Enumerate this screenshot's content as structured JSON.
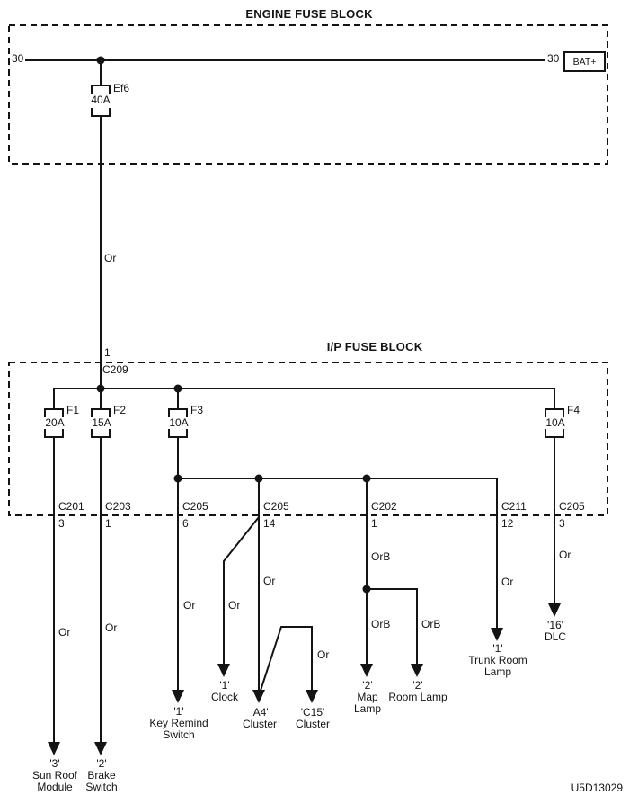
{
  "colors": {
    "ink": "#141414",
    "background": "#ffffff"
  },
  "engine_fuse_block": {
    "title": "ENGINE FUSE BLOCK",
    "terminal_left": "30",
    "terminal_right": "30",
    "battery": "BAT+",
    "fuse": {
      "name": "Ef6",
      "rating": "40A"
    }
  },
  "main_wire": {
    "color": "Or"
  },
  "ip_fuse_block": {
    "title": "I/P FUSE BLOCK",
    "fuses": {
      "f1": {
        "name": "F1",
        "rating": "20A"
      },
      "f2": {
        "name": "F2",
        "rating": "15A"
      },
      "f3": {
        "name": "F3",
        "rating": "10A"
      },
      "f4": {
        "name": "F4",
        "rating": "10A"
      }
    }
  },
  "connectors": {
    "c209": {
      "pin": "1",
      "name": "C209"
    },
    "c201": {
      "name": "C201",
      "pin": "3"
    },
    "c203": {
      "name": "C203",
      "pin": "1"
    },
    "c205_6": {
      "name": "C205",
      "pin": "6"
    },
    "c205_14": {
      "name": "C205",
      "pin": "14"
    },
    "c202": {
      "name": "C202",
      "pin": "1"
    },
    "c211": {
      "name": "C211",
      "pin": "12"
    },
    "c205_3": {
      "name": "C205",
      "pin": "3"
    }
  },
  "wire_colors": {
    "sun_roof": "Or",
    "brake": "Or",
    "key_remind": "Or",
    "clock": "Or",
    "cluster_a4": "Or",
    "cluster_c15": "Or",
    "c202_feed": "OrB",
    "map_lamp": "OrB",
    "room_lamp": "OrB",
    "trunk_room_lamp": "Or",
    "dlc": "Or"
  },
  "destinations": {
    "sun_roof": {
      "pin": "'3'",
      "line1": "Sun Roof",
      "line2": "Module"
    },
    "brake": {
      "pin": "'2'",
      "line1": "Brake",
      "line2": "Switch"
    },
    "key_remind": {
      "pin": "'1'",
      "line1": "Key Remind",
      "line2": "Switch"
    },
    "clock": {
      "pin": "'1'",
      "line1": "Clock"
    },
    "cluster_a4": {
      "pin": "'A4'",
      "line1": "Cluster"
    },
    "cluster_c15": {
      "pin": "'C15'",
      "line1": "Cluster"
    },
    "map_lamp": {
      "pin": "'2'",
      "line1": "Map",
      "line2": "Lamp"
    },
    "room_lamp": {
      "pin": "'2'",
      "line1": "Room Lamp"
    },
    "trunk_room_lamp": {
      "pin": "'1'",
      "line1": "Trunk Room",
      "line2": "Lamp"
    },
    "dlc": {
      "pin": "'16'",
      "line1": "DLC"
    }
  },
  "drawing_number": "U5D13029"
}
